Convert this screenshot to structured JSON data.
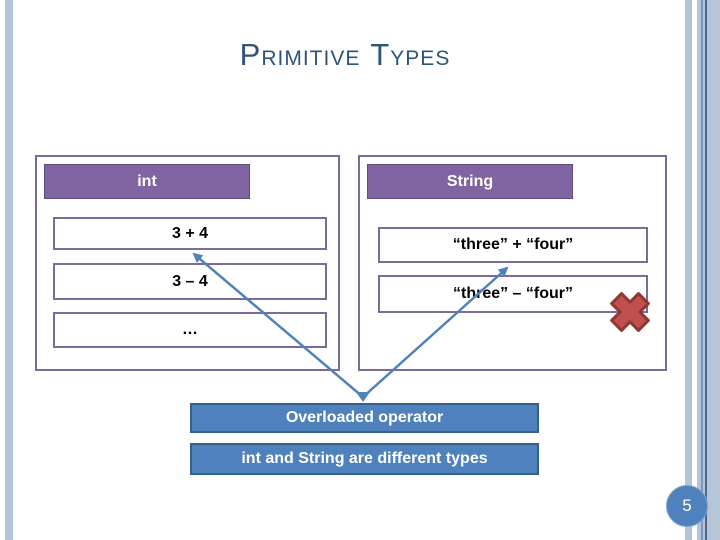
{
  "slide": {
    "title_words": [
      "Primitive",
      "Types"
    ],
    "page_number": "5"
  },
  "int_panel": {
    "header": "int",
    "rows": [
      "3 + 4",
      "3 – 4",
      "…"
    ]
  },
  "string_panel": {
    "header": "String",
    "rows": [
      "“three” + “four”",
      "“three” – “four”"
    ]
  },
  "callouts": {
    "overloaded_operator": "Overloaded operator",
    "type_note": "int and String are different types"
  },
  "icons": {
    "invalid_marker": "red-x-icon"
  },
  "colors": {
    "title_text": "#2e5578",
    "panel_border": "#7b6a9b",
    "header_fill": "#8064a2",
    "callout_fill": "#4f81bd",
    "callout_border": "#36608e",
    "connector": "#4f81bd",
    "invalid_x_fill": "#c0504d",
    "invalid_x_stroke": "#8e3735",
    "decor_bar": "#b6c4d8"
  }
}
